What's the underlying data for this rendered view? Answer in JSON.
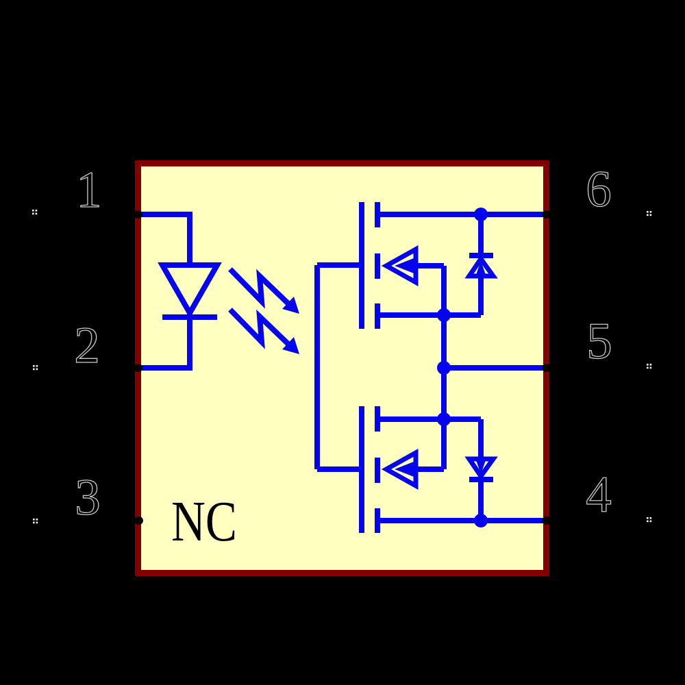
{
  "window": {
    "background": "#000000"
  },
  "symbol": {
    "kind": "photomos-solid-state-relay-6pin",
    "body_fill": "#FFFFC2",
    "body_outline": "#840000",
    "graphics_color": "#0404EE",
    "pin_number_fill": "#000000",
    "pin_number_outline": "#C9C9C9",
    "pin_end_marker_color": "#F2F2F2",
    "nc_label": "NC",
    "pins": [
      {
        "number": "1",
        "side": "left",
        "row": "top"
      },
      {
        "number": "2",
        "side": "left",
        "row": "middle"
      },
      {
        "number": "3",
        "side": "left",
        "row": "bottom"
      },
      {
        "number": "6",
        "side": "right",
        "row": "top"
      },
      {
        "number": "5",
        "side": "right",
        "row": "middle"
      },
      {
        "number": "4",
        "side": "right",
        "row": "bottom"
      }
    ]
  }
}
